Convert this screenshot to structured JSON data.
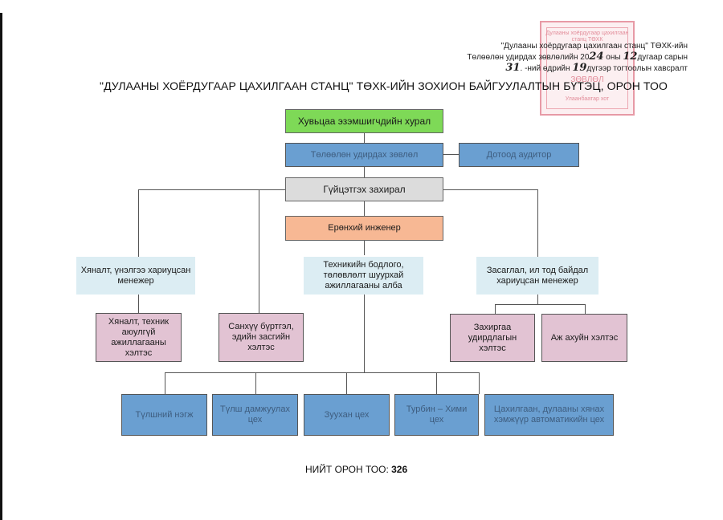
{
  "document": {
    "approval_caption": {
      "line1": "\"Дулааны хоёрдугаар цахилгаан станц\" ТӨХК-ийн",
      "line2_prefix": "Төлөөлөн удирдах зөвлөлийн 20",
      "line2_year_hand": "24",
      "line2_mid": "оны",
      "line2_month_hand": "12",
      "line2_suffix": "дугаар сарын",
      "line3_day_hand": "31",
      "line3_mid": ". -ний өдрийн",
      "line3_num_hand": "19",
      "line3_suffix": "дүгээр тогтоолын хавсралт"
    },
    "stamp": {
      "top_text": "Дулааны хоёрдугаар цахилгаан станц ТӨХК",
      "center_text": "ЗӨВЛӨЛ",
      "bottom_text": "Улаанбаатар хот"
    },
    "title": "\"ДУЛААНЫ ХОЁРДУГААР ЦАХИЛГААН СТАНЦ\" ТӨХК-ИЙН ЗОХИОН БАЙГУУЛАЛТЫН БҮТЭЦ, ОРОН ТОО",
    "org_chart": {
      "shareholders": "Хувьцаа эзэмшигчдийн хурал",
      "board": "Төлөөлөн удирдах зөвлөл",
      "internal_auditor": "Дотоод аудитор",
      "ceo": "Гүйцэтгэх захирал",
      "chief_engineer": "Ерөнхий инженер",
      "managers": [
        "Хяналт, үнэлгээ хариуцсан менежер",
        "Техникийн бодлого, төлөвлөлт шуурхай ажиллагааны алба",
        "Засаглал, ил тод байдал хариуцсан менежер"
      ],
      "departments": [
        "Хяналт, техник аюулгүй ажиллагааны хэлтэс",
        "Санхүү бүртгэл, эдийн засгийн хэлтэс",
        "Захиргаа удирдлагын хэлтэс",
        "Аж ахуйн хэлтэс"
      ],
      "workshops": [
        "Түлшний нэгж",
        "Түлш дамжуулах цех",
        "Зуухан цех",
        "Турбин – Хими цех",
        "Цахилгаан, дулааны хянах хэмжүүр автоматикийн цех"
      ]
    },
    "total": {
      "label": "НИЙТ ОРОН ТОО:",
      "value": "326"
    }
  }
}
